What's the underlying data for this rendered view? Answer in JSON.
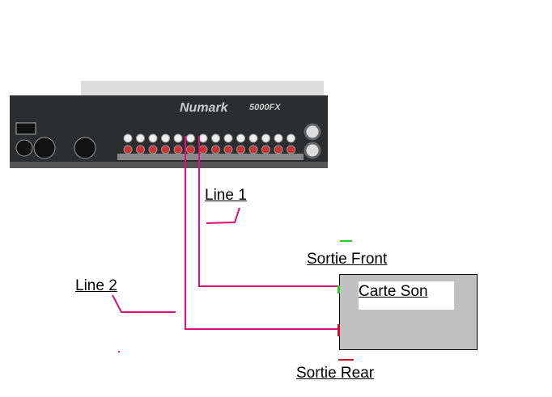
{
  "mixer": {
    "brand": "Numark",
    "model": "5000FX"
  },
  "labels": {
    "line1": "Line 1",
    "line2": "Line 2",
    "front": "Sortie Front",
    "rear": "Sortie Rear",
    "card": "Carte Son"
  },
  "colors": {
    "cable": "#e0107a",
    "front": "#22cc22",
    "rear": "#cc1122",
    "card": "#c0c0c0"
  }
}
